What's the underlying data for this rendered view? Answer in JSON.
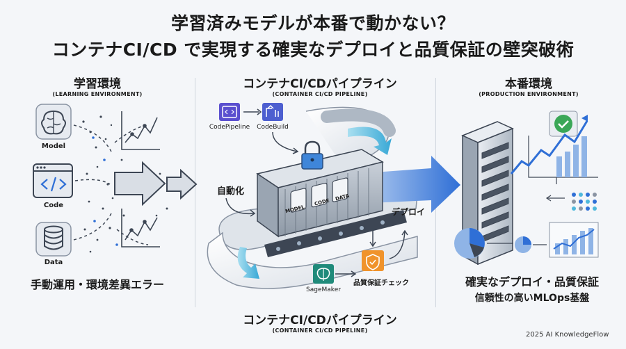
{
  "header": {
    "title_line1": "学習済みモデルが本番で動かない？",
    "title_line2": "コンテナCI/CD で実現する確実なデプロイと品質保証の壁突破術"
  },
  "left": {
    "title": "学習環境",
    "subtitle": "(LEARNING ENVIRONMENT)",
    "items": [
      {
        "label": "Model",
        "icon": "brain-icon"
      },
      {
        "label": "Code",
        "icon": "code-window-icon"
      },
      {
        "label": "Data",
        "icon": "database-icon"
      }
    ],
    "footer": "手動運用・環境差異エラー"
  },
  "center": {
    "title": "コンテナCI/CDパイプライン",
    "subtitle": "(CONTAINER CI/CD PIPELINE)",
    "tools": [
      {
        "label": "CodePipeline",
        "icon": "codepipeline-icon"
      },
      {
        "label": "CodeBuild",
        "icon": "codebuild-icon"
      }
    ],
    "auto_label": "自動化",
    "container_labels": [
      "MODEL",
      "CODE",
      "DATA"
    ],
    "deploy_label": "デプロイ",
    "sagemaker_label": "SageMaker",
    "qa_label": "品質保証チェック",
    "bottom_title": "コンテナCI/CDパイプライン",
    "bottom_subtitle": "(CONTAINER CI/CD PIPELINE)"
  },
  "right": {
    "title": "本番環境",
    "subtitle": "(PRODUCTION ENVIRONMENT)",
    "footer_line1": "確実なデプロイ・品質保証",
    "footer_line2": "信頼性の高いMLOps基盤"
  },
  "credit": "2025 AI KnowledgeFlow",
  "colors": {
    "accent_blue": "#2f6fd6",
    "cyan": "#4fb8dc",
    "purple": "#5a4fcf",
    "orange": "#f0932b",
    "green": "#3aa757",
    "teal": "#1f8a7a"
  }
}
